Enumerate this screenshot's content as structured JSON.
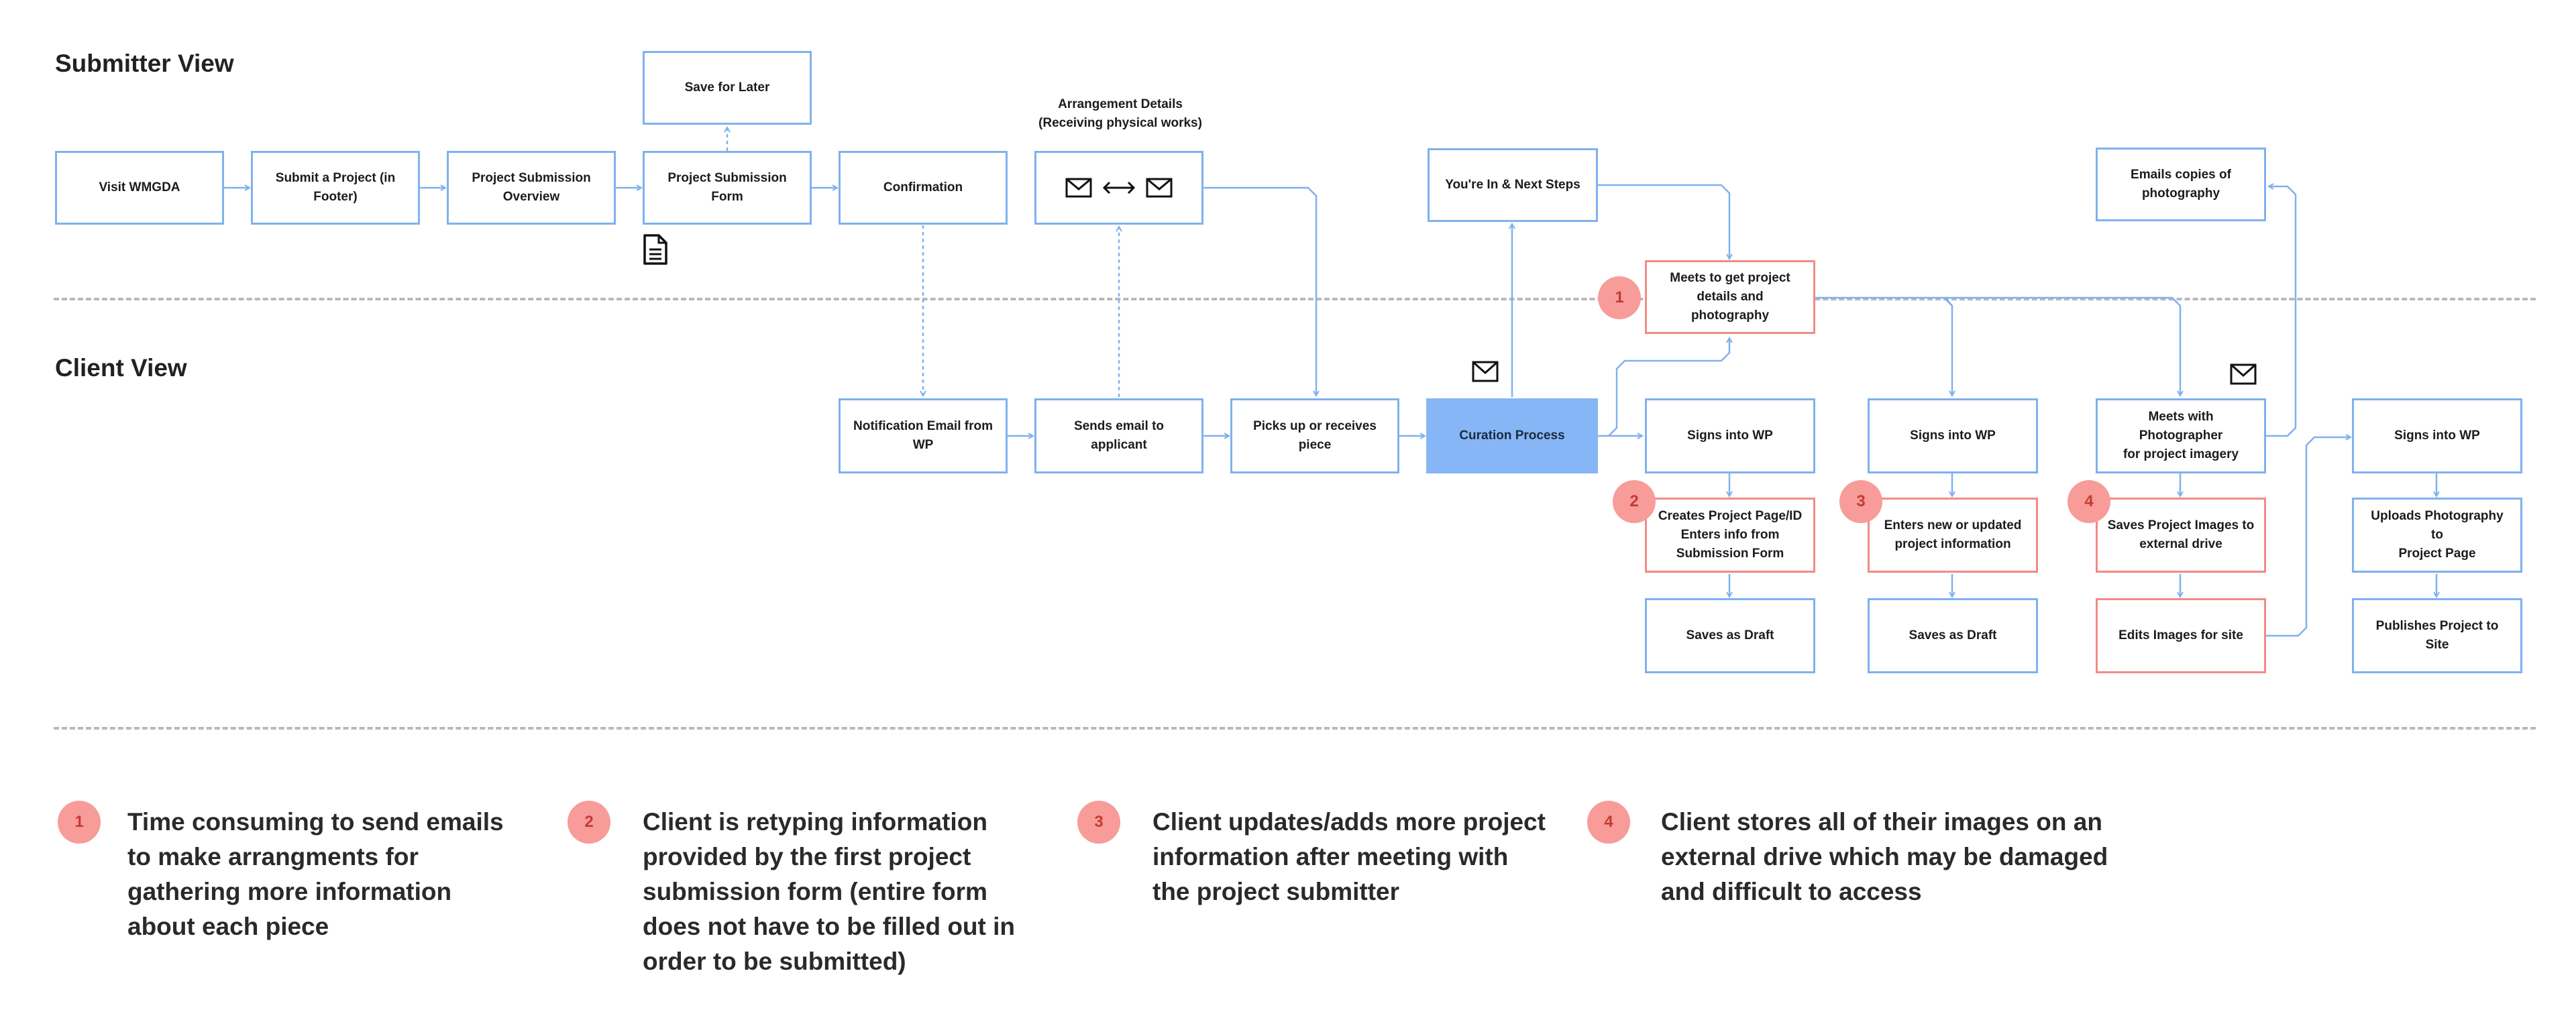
{
  "lanes": {
    "submitter": "Submitter View",
    "client": "Client View"
  },
  "nodes": {
    "visit": "Visit WMGDA",
    "submit_project": "Submit a Project (in\nFooter)",
    "overview": "Project Submission\nOverview",
    "form": "Project Submission Form",
    "save_later": "Save for Later",
    "confirmation": "Confirmation",
    "arrangement_caption": "Arrangement Details\n(Receiving physical works)",
    "youre_in": "You're In & Next Steps",
    "emails_copies": "Emails copies of\nphotography",
    "meets_details": "Meets to get project\ndetails and photography",
    "notification": "Notification Email from WP",
    "sends_email": "Sends email to applicant",
    "picks_up": "Picks up or receives piece",
    "curation": "Curation Process",
    "signs_1": "Signs into WP",
    "signs_2": "Signs into WP",
    "meets_photographer": "Meets with Photographer\nfor project imagery",
    "signs_3": "Signs into WP",
    "creates_page": "Creates Project Page/ID\nEnters info from\nSubmission Form",
    "enters_info": "Enters new or updated\nproject information",
    "saves_images": "Saves Project Images to\nexternal drive",
    "uploads_photo": "Uploads Photography to\nProject Page",
    "saves_draft_1": "Saves as Draft",
    "saves_draft_2": "Saves as Draft",
    "edits_images": "Edits Images for site",
    "publishes": "Publishes Project to Site"
  },
  "badges": {
    "b1": "1",
    "b2": "2",
    "b3": "3",
    "b4": "4"
  },
  "legend": [
    {
      "num": "1",
      "text": "Time consuming to send emails\nto make arrangments for\ngathering more information\nabout each piece"
    },
    {
      "num": "2",
      "text": "Client is retyping information\nprovided by the first project\nsubmission form (entire form\ndoes not have to be filled out in\norder to be submitted)"
    },
    {
      "num": "3",
      "text": "Client updates/adds more project\ninformation after meeting with\nthe project submitter"
    },
    {
      "num": "4",
      "text": "Client stores all of their images on an\nexternal drive which may be damaged\nand difficult to access"
    }
  ],
  "icons": [
    "document-icon",
    "envelope-icon",
    "double-arrow-icon",
    "envelope-icon",
    "envelope-icon",
    "envelope-icon"
  ],
  "colors": {
    "flow_border": "#7fb1ee",
    "pain_border": "#f28a86",
    "highlight": "#86b6f6",
    "badge": "#f79c98",
    "badge_text": "#c53a34",
    "divider": "#b9b9b9"
  }
}
